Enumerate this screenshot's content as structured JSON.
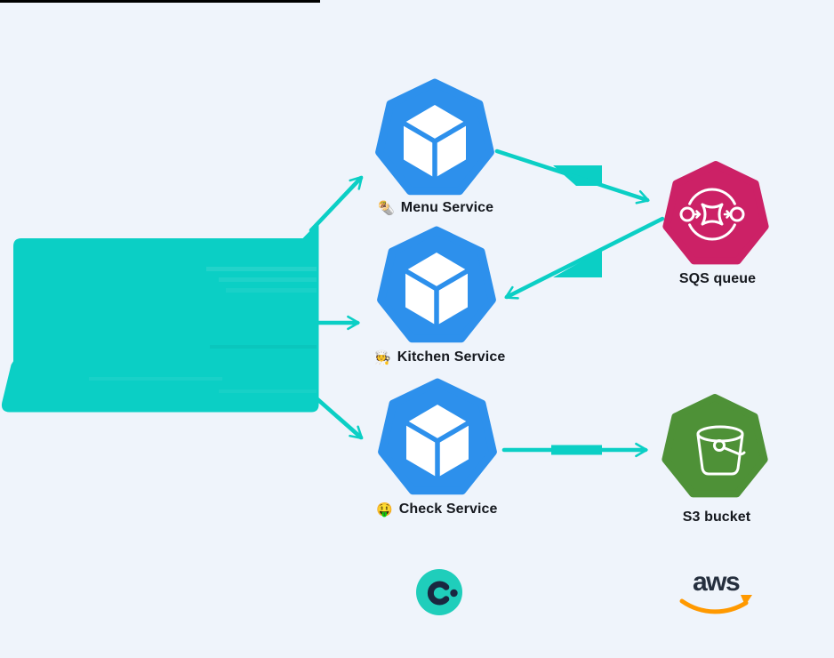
{
  "colors": {
    "background": "#EFF4FB",
    "teal_accent": "#0BCFC5",
    "service_blue": "#2D90EC",
    "sqs_pink": "#CC2166",
    "s3_green": "#4E9137",
    "label_text": "#15181E",
    "aws_navy": "#252F3E",
    "aws_orange": "#FF9900",
    "c_logo_circle_teal": "#1FCEBB",
    "c_logo_mark_navy": "#1A2740",
    "top_bar_black": "#000000"
  },
  "nodes": {
    "menu": {
      "emoji": "🌯",
      "label": "Menu Service"
    },
    "kitchen": {
      "emoji": "🧑‍🍳",
      "label": "Kitchen Service"
    },
    "check": {
      "emoji": "🤑",
      "label": "Check Service"
    },
    "sqs": {
      "label": "SQS queue"
    },
    "s3": {
      "label": "S3 bucket"
    }
  },
  "footer": {
    "aws_wordmark": "aws"
  },
  "icons": {
    "client_shape": "laptop-icon",
    "service_node": "heptagon-cube-icon",
    "sqs_node": "sqs-circle-arrows-icon",
    "s3_node": "bucket-icon",
    "footer_left": "c-dot-logo-icon",
    "footer_right": "aws-logo-icon"
  }
}
